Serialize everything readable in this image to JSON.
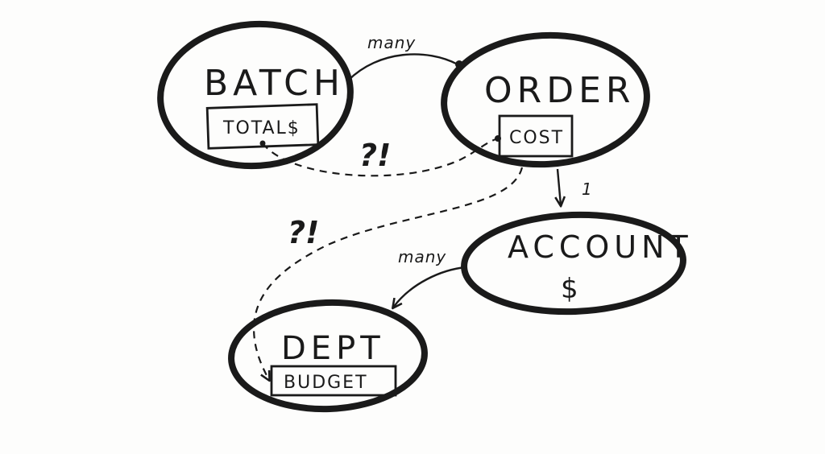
{
  "colors": {
    "ink": "#1a1a1a",
    "paper": "#fdfdfc"
  },
  "nodes": {
    "batch": {
      "title": "BATCH",
      "field": "TOTAL$"
    },
    "order": {
      "title": "ORDER",
      "field": "COST"
    },
    "account": {
      "title": "ACCOUNT",
      "sub": "$"
    },
    "dept": {
      "title": "DEPT",
      "field": "BUDGET"
    }
  },
  "edges": {
    "batch_order": {
      "label": "many"
    },
    "order_account": {
      "label": "1"
    },
    "account_dept": {
      "label": "many"
    }
  },
  "annotations": {
    "question_top": "?!",
    "question_left": "?!"
  }
}
